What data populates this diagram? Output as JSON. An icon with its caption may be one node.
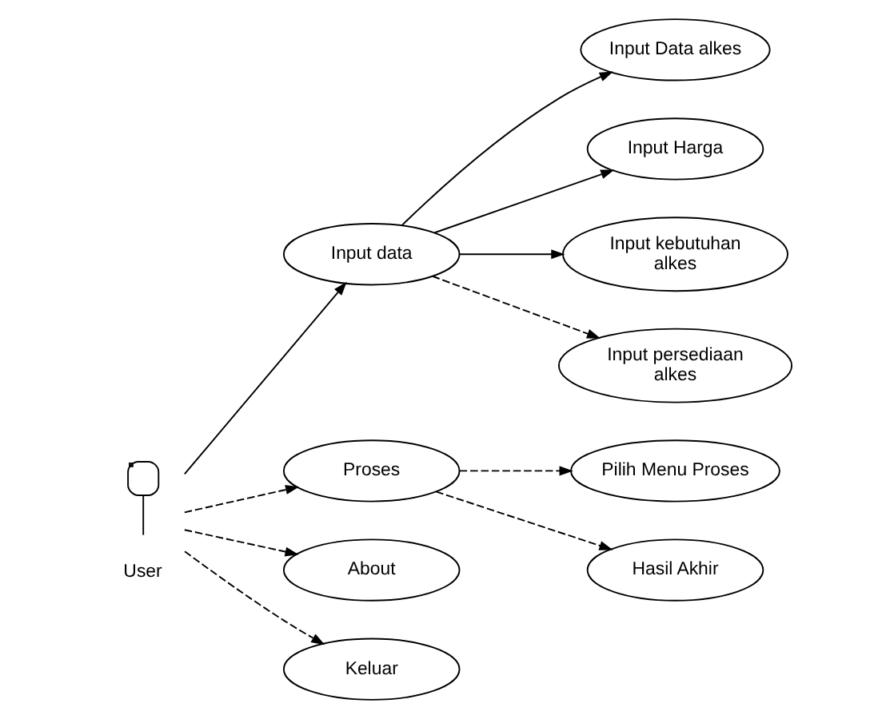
{
  "diagram": {
    "nodes": [
      {
        "text": [
          "User"
        ]
      },
      {
        "text": [
          "Input data"
        ]
      },
      {
        "text": [
          "Proses"
        ]
      },
      {
        "text": [
          "About"
        ]
      },
      {
        "text": [
          "Keluar"
        ]
      },
      {
        "text": [
          "Input Data alkes"
        ]
      },
      {
        "text": [
          "Input Harga"
        ]
      },
      {
        "text": [
          "Input kebutuhan alkes"
        ]
      },
      {
        "text": [
          "Input persediaan alkes"
        ]
      },
      {
        "text": [
          "Pilih Menu Proses"
        ]
      },
      {
        "text": [
          "Hasil Akhir"
        ]
      }
    ],
    "edges": [
      {
        "from": 0,
        "to": 1,
        "arrow": "to"
      },
      {
        "from": 0,
        "to": 2,
        "arrow": "to",
        "style": "dashed"
      },
      {
        "from": 0,
        "to": 3,
        "arrow": "to",
        "style": "dashed"
      },
      {
        "from": 0,
        "to": 4,
        "arrow": "to",
        "style": "dashed"
      },
      {
        "from": 1,
        "to": 5,
        "arrow": "to"
      },
      {
        "from": 1,
        "to": 6,
        "arrow": "to"
      },
      {
        "from": 1,
        "to": 7,
        "arrow": "to"
      },
      {
        "from": 1,
        "to": 8,
        "arrow": "to",
        "style": "dashed"
      },
      {
        "from": 2,
        "to": 9,
        "arrow": "to",
        "style": "dashed"
      },
      {
        "from": 2,
        "to": 10,
        "arrow": "to",
        "style": "dashed"
      }
    ]
  }
}
